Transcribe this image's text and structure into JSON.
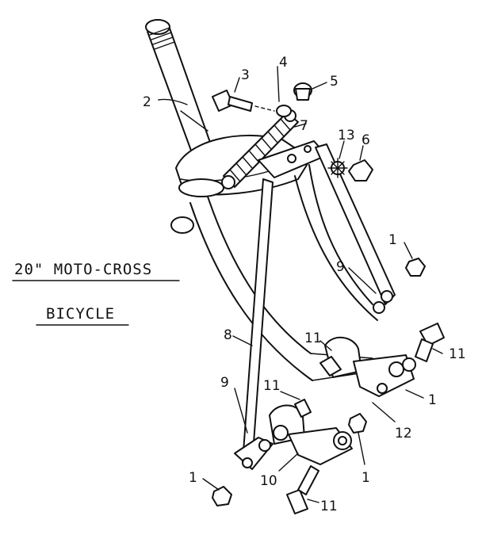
{
  "title_line1": "20\" MOTO-CROSS",
  "title_line2": "BICYCLE",
  "callouts": [
    "1",
    "1",
    "1",
    "1",
    "2",
    "3",
    "4",
    "5",
    "6",
    "7",
    "8",
    "9",
    "9",
    "10",
    "11",
    "11",
    "11",
    "11",
    "12",
    "13"
  ]
}
